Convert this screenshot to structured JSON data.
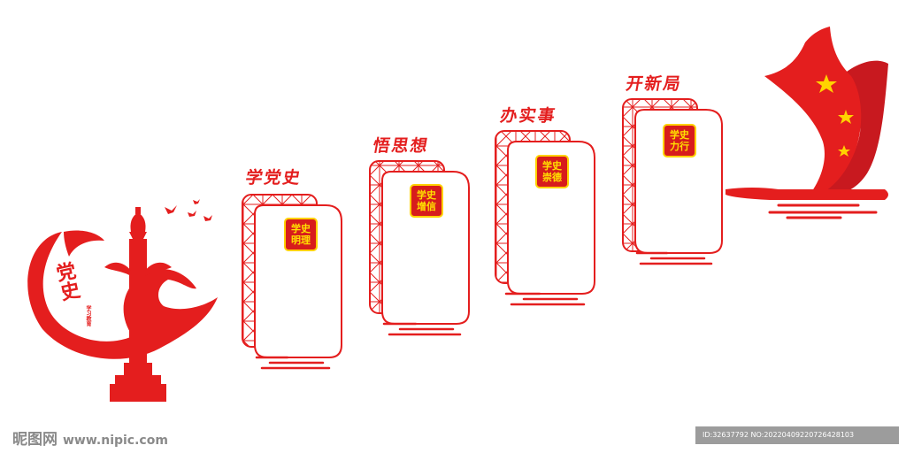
{
  "theme": {
    "red": "#e41e1e",
    "dark_red": "#c8191f",
    "gold": "#ffd200"
  },
  "emblem": {
    "title": "党史",
    "subtitle": "学习教育"
  },
  "panels": [
    {
      "heading": "学党史",
      "badge_line1": "学史",
      "badge_line2": "明理"
    },
    {
      "heading": "悟思想",
      "badge_line1": "学史",
      "badge_line2": "增信"
    },
    {
      "heading": "办实事",
      "badge_line1": "学史",
      "badge_line2": "崇德"
    },
    {
      "heading": "开新局",
      "badge_line1": "学史",
      "badge_line2": "力行"
    }
  ],
  "watermark": {
    "brand": "昵图网",
    "site": "www.nipic.com"
  },
  "image_id": "ID:32637792 NO:20220409220726428103"
}
